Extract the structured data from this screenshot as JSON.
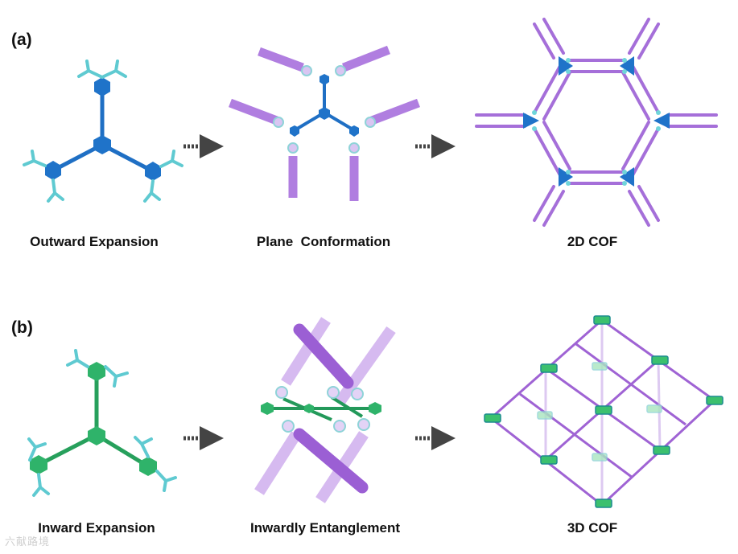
{
  "panels": {
    "a": {
      "tag": "(a)",
      "captions": [
        "Outward Expansion",
        "Plane  Conformation",
        "2D COF"
      ]
    },
    "b": {
      "tag": "(b)",
      "captions": [
        "Inward Expansion",
        "Inwardly Entanglement",
        "3D COF"
      ]
    }
  },
  "watermark": "六献路境",
  "colors": {
    "blue_node": "#1f73c9",
    "blue_link": "#1f6fc4",
    "cyan_end": "#66d0d6",
    "purple_rod": "#a56fd9",
    "purple_light": "#c9a3ec",
    "green_node": "#2fb36a",
    "green_link": "#27a05c",
    "arrow": "#444444"
  }
}
